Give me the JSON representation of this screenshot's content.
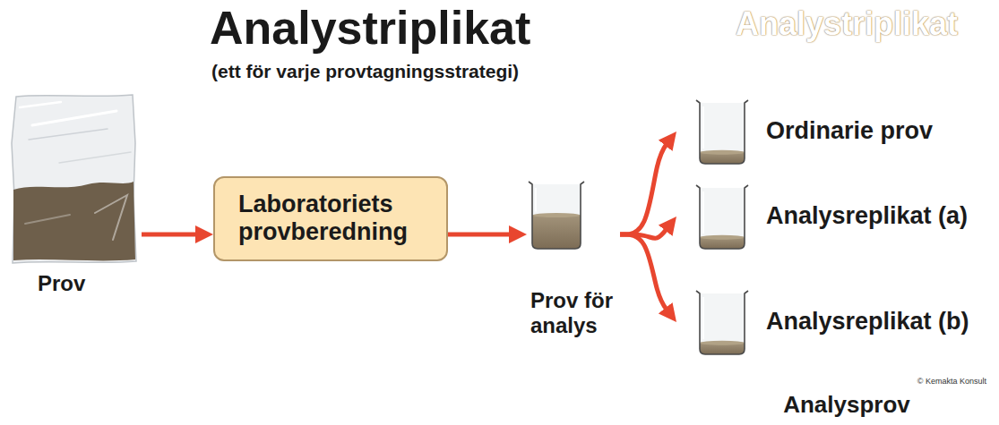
{
  "diagram": {
    "title": "Analystriplikat",
    "nodes": [
      {
        "text": [
          "Prov"
        ]
      },
      {
        "text": [
          "Laboratoriets provberedning"
        ]
      },
      {
        "text": [
          "Prov för analys"
        ]
      },
      {
        "text": [
          "Analystriplikat",
          "Analysprov"
        ]
      },
      {
        "text": [
          "Ordinarie prov"
        ],
        "in": 3
      },
      {
        "text": [
          "Analysreplikat (a)"
        ],
        "in": 3
      },
      {
        "text": [
          "Analysreplikat (b)"
        ],
        "in": 3
      }
    ],
    "edges": [
      {
        "from": 0,
        "to": 1,
        "arrow": "to"
      },
      {
        "from": 1,
        "to": 2,
        "arrow": "to"
      },
      {
        "from": 2,
        "to": 4,
        "arrow": "to"
      },
      {
        "from": 2,
        "to": 5,
        "arrow": "to"
      },
      {
        "from": 2,
        "to": 6,
        "arrow": "to"
      }
    ],
    "labels": [
      "(ett för varje provtagningsstrategi)",
      "© Kemakta Konsult"
    ]
  }
}
